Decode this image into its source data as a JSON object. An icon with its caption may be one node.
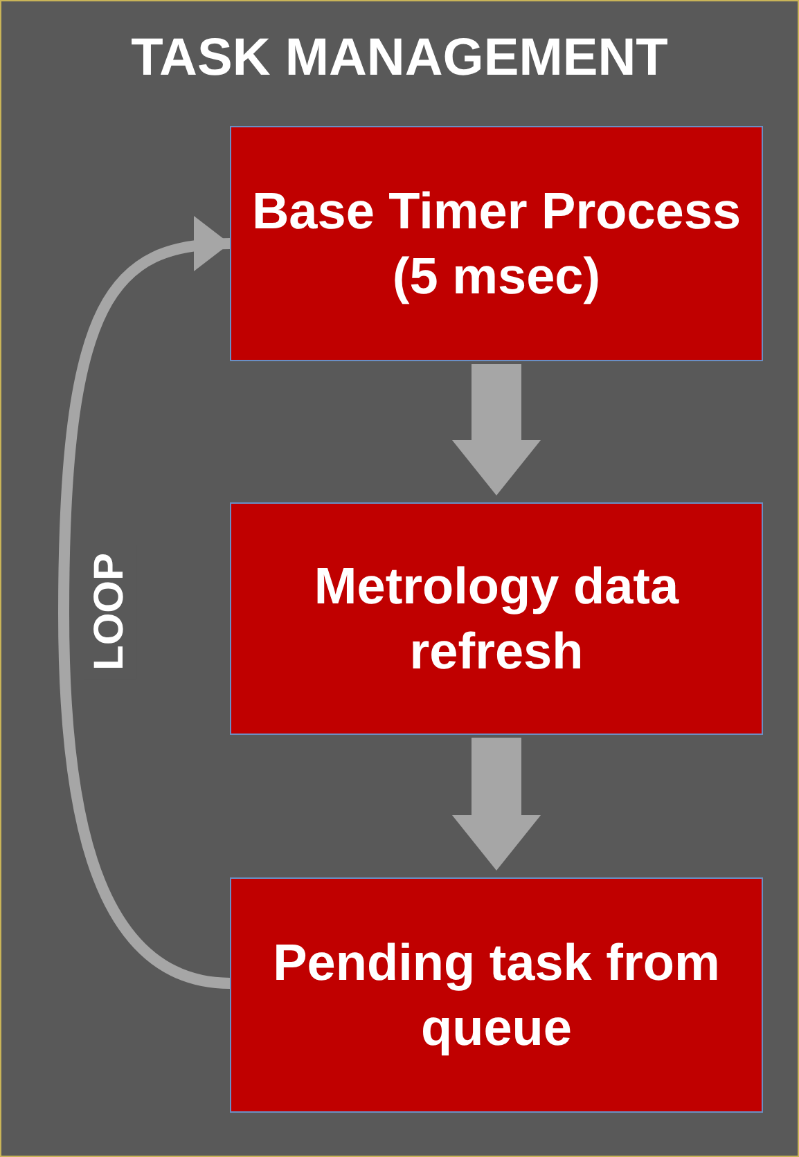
{
  "diagram": {
    "title": "TASK MANAGEMENT",
    "nodes": [
      {
        "text": [
          "Base Timer Process (5 msec)"
        ]
      },
      {
        "text": [
          "Metrology data refresh"
        ]
      },
      {
        "text": [
          "Pending task from queue"
        ]
      }
    ],
    "edges": [
      {
        "from": 0,
        "to": 1,
        "arrow": "to"
      },
      {
        "from": 1,
        "to": 2,
        "arrow": "to"
      },
      {
        "from": 2,
        "to": 0,
        "arrow": "to",
        "label": "LOOP"
      }
    ]
  }
}
